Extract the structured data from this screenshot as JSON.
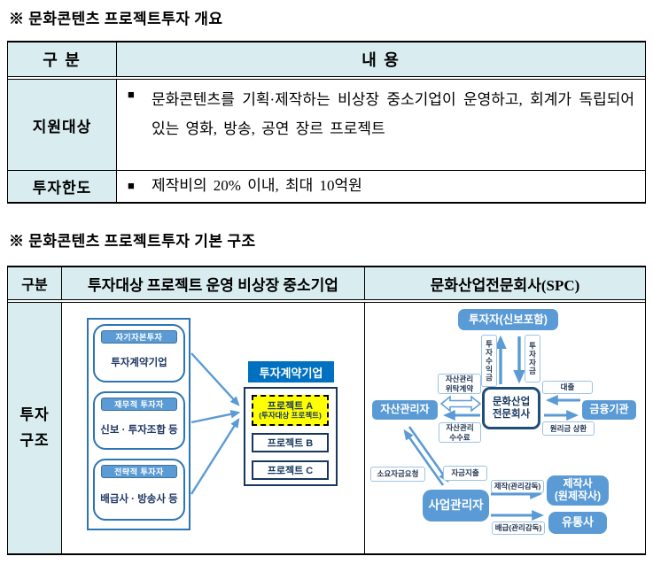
{
  "titles": {
    "overview": "※ 문화콘텐츠 프로젝트투자 개요",
    "structure": "※ 문화콘텐츠 프로젝트투자 기본 구조"
  },
  "overview_table": {
    "col_header_1": "구 분",
    "col_header_2": "내 용",
    "rows": [
      {
        "label": "지원대상",
        "bullet": "■",
        "content": "문화콘텐츠를 기획·제작하는 비상장 중소기업이 운영하고, 회계가 독립되어 있는 영화, 방송, 공연 장르 프로젝트"
      },
      {
        "label": "투자한도",
        "bullet": "■",
        "content": "제작비의 20% 이내, 최대 10억원"
      }
    ]
  },
  "structure_table": {
    "col_header_1": "구분",
    "col_header_2": "투자대상 프로젝트 운영 비상장 중소기업",
    "col_header_3": "문화산업전문회사(SPC)",
    "row_label_line1": "투자",
    "row_label_line2": "구조"
  },
  "left_diagram": {
    "groups": [
      {
        "type": "자기자본투자",
        "name": "투자계약기업"
      },
      {
        "type": "재무적 투자자",
        "name": "신보 · 투자조합 등"
      },
      {
        "type": "전략적 투자자",
        "name": "배급사 · 방송사 등"
      }
    ],
    "company_header": "투자계약기업",
    "project_a_name": "프로젝트 A",
    "project_a_sub": "(투자대상 프로젝트)",
    "project_b": "프로젝트 B",
    "project_c": "프로젝트 C"
  },
  "spc_diagram": {
    "investor": "투자자(신보포함)",
    "label_return": "투자수익금",
    "label_capital": "투자자금",
    "asset_manager": "자산관리자",
    "spc_line1": "문화산업",
    "spc_line2": "전문회사",
    "bank": "금융기관",
    "label_trust_line1": "자산관리",
    "label_trust_line2": "위탁계약",
    "label_fee_line1": "자산관리",
    "label_fee_line2": "수수료",
    "label_loan": "대출",
    "label_repayment": "원리금 상환",
    "label_fund_request": "소요자금요청",
    "label_fund_spend": "자금지출",
    "business_manager": "사업관리자",
    "label_production": "제작(관리감독)",
    "producer_line1": "제작사",
    "producer_line2": "(원제작사)",
    "label_distribution": "배급(관리감독)",
    "distributor": "유통사"
  },
  "colors": {
    "cell_bg": "#D9EDF1",
    "box_blue": "#5B9BD5",
    "border_blue": "#2E75B6",
    "navy": "#17375E",
    "header_blue": "#0070C0",
    "highlight_yellow": "#FFFF00"
  }
}
